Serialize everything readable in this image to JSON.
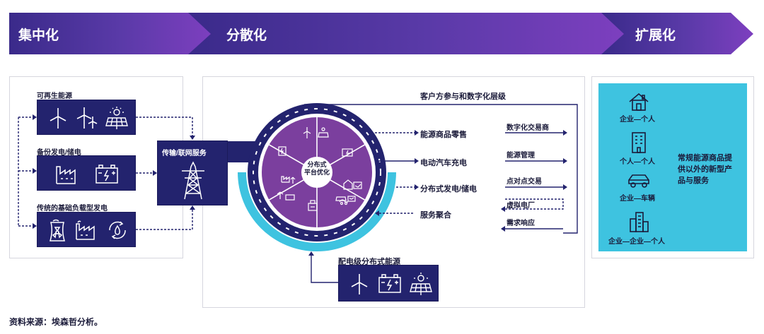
{
  "stages": [
    {
      "label": "集中化"
    },
    {
      "label": "分散化"
    },
    {
      "label": "扩展化"
    }
  ],
  "left": {
    "groups": [
      {
        "label": "可再生能源",
        "icons": [
          "wind-turbine-icon",
          "wind-farm-icon",
          "solar-panel-icon"
        ]
      },
      {
        "label": "备份发电/储电",
        "icons": [
          "factory-icon",
          "battery-icon"
        ]
      },
      {
        "label": "传统的基础负载型发电",
        "icons": [
          "nuclear-plant-icon",
          "industrial-plant-icon",
          "hydro-cycle-icon"
        ]
      }
    ],
    "transmission": {
      "label": "传输/联网服务",
      "icon": "transmission-tower-icon"
    }
  },
  "middle": {
    "header": "客户方参与和数字化层级",
    "hub_label": "分布式\n平台优化",
    "services": [
      "能源商品零售",
      "电动汽车充电",
      "分布式发电/储电",
      "服务聚合"
    ],
    "digital": [
      "数字化交易商",
      "能源管理",
      "点对点交易",
      "虚拟电厂",
      "需求响应"
    ],
    "distributed": {
      "label": "配电级分布式能源",
      "icons": [
        "wind-turbine-icon",
        "battery-icon",
        "solar-panel-icon"
      ]
    }
  },
  "right": {
    "items": [
      {
        "label": "企业—个人",
        "icon": "house-icon"
      },
      {
        "label": "个人—个人",
        "icon": "apartment-icon"
      },
      {
        "label": "企业—车辆",
        "icon": "car-icon"
      },
      {
        "label": "企业—企业—个人",
        "icon": "office-tower-icon"
      }
    ],
    "note": "常规能源商品提供以外的新型产品与服务"
  },
  "source": "资料来源：埃森哲分析。",
  "colors": {
    "banner_start": "#3a2a8a",
    "banner_end": "#7b3fbf",
    "navy": "#23236e",
    "purple": "#7b3f9e",
    "cyan": "#3ec3e0"
  }
}
